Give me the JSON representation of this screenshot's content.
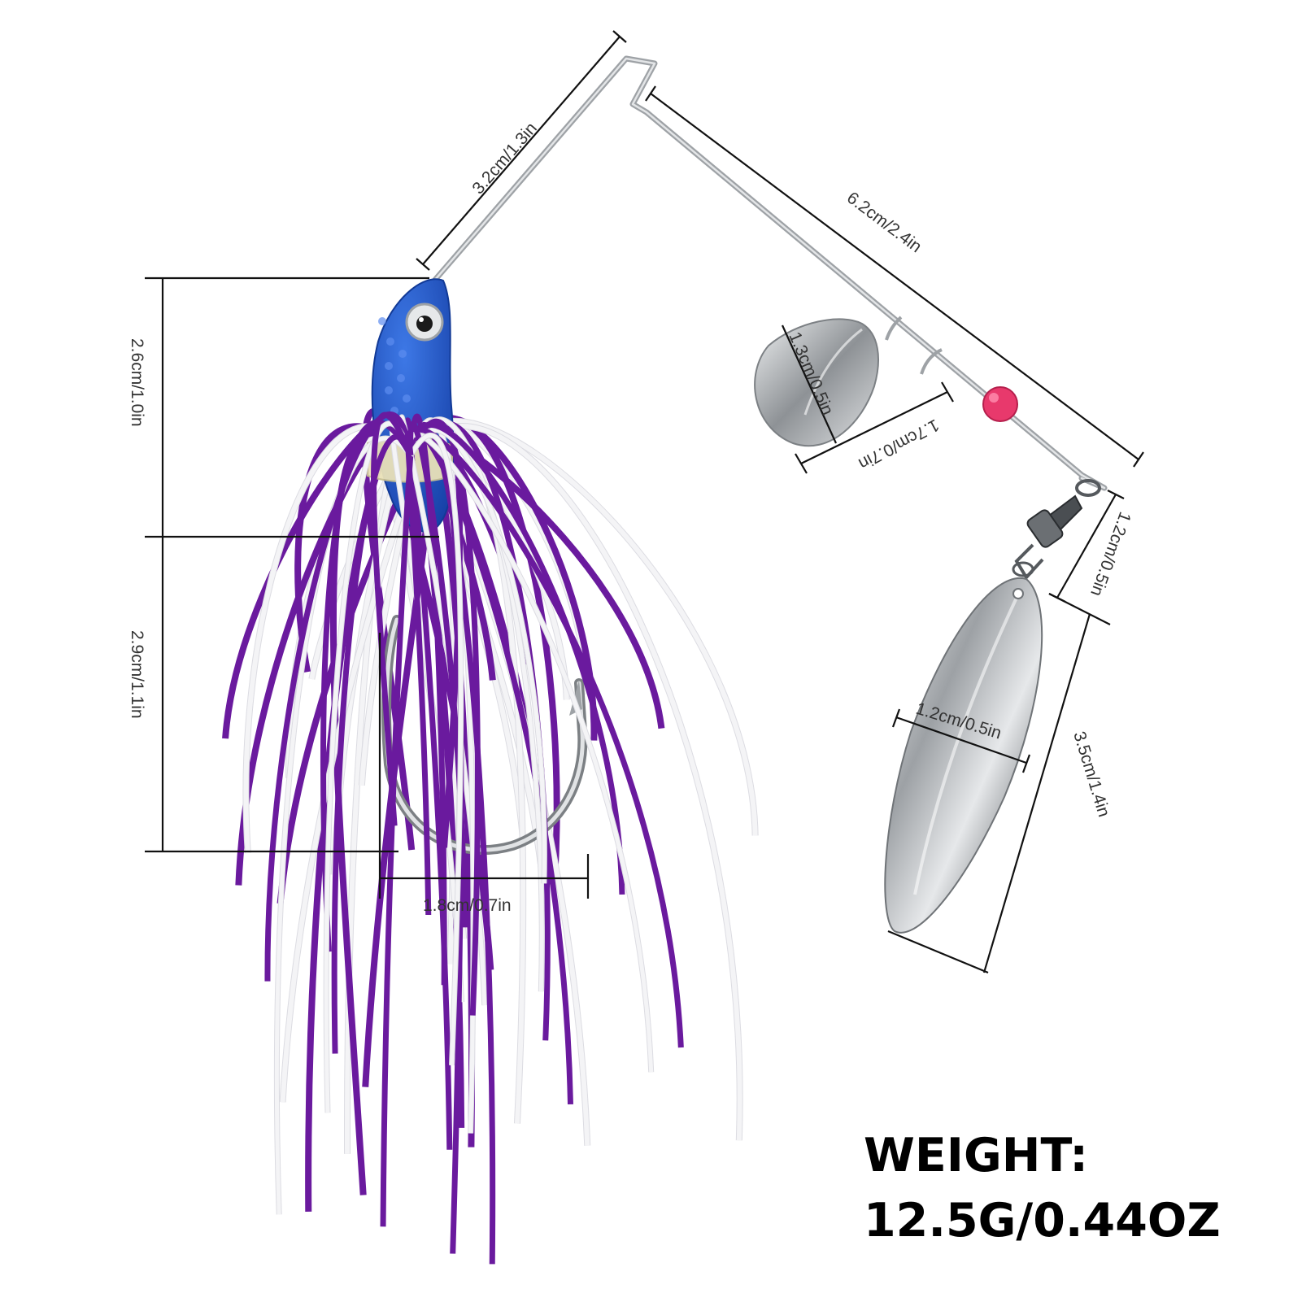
{
  "colors": {
    "wire": "#b4b8bc",
    "head": "#1f56c6",
    "skirt_purple": "#6a1a9e",
    "skirt_white": "#f4f4f6",
    "blade": "#bfc3c7",
    "bead": "#e8396c",
    "band": "#e9e1b8"
  },
  "dimensions": {
    "upper_arm": "3.2cm/1.3in",
    "main_arm": "6.2cm/2.4in",
    "small_blade_length": "1.3cm/0.5in",
    "small_blade_width": "1.7cm/0.7in",
    "swivel": "1.2cm/0.5in",
    "large_blade_width": "1.2cm/0.5in",
    "large_blade_length": "3.5cm/1.4in",
    "head_height": "2.6cm/1.0in",
    "hook_height": "2.9cm/1.1in",
    "hook_gap": "1.8cm/0.7in"
  },
  "weight": {
    "label": "WEIGHT:",
    "value": "12.5G/0.44OZ"
  }
}
